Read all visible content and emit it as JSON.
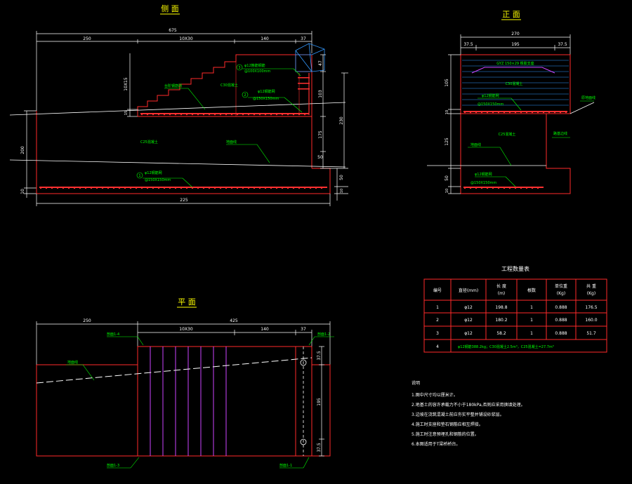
{
  "colors": {
    "background": "#000000",
    "outline": "#ff2a2a",
    "dimension": "#ffffff",
    "label": "#00ff00",
    "title": "#ffff00",
    "rebar": "#ff3030",
    "guide": "#cc44ff",
    "hatch": "#3399ff",
    "ground": "#ffffff"
  },
  "side_view": {
    "title": "侧  面",
    "dims_top": {
      "total": "675",
      "d1": "250",
      "d2": "10X30",
      "d3": "140",
      "d4": "37"
    },
    "dims_bottom": {
      "total": "225"
    },
    "dims_left": {
      "d1": "200",
      "d2": "10"
    },
    "dims_right": {
      "d1": "47",
      "d2": "103",
      "d3": "175",
      "d4": "50",
      "d5": "230",
      "d6": "50",
      "d7": "10"
    },
    "dims_step": {
      "d1": "10X15",
      "d2": "15"
    },
    "labels": {
      "rebar3": "φ12箍筋钢筋",
      "rebar3_spacing": "@100X100mm",
      "rebar2": "φ12钢筋网",
      "rebar2_spacing": "@150X150mm",
      "rebar1": "φ12钢筋网",
      "rebar1_spacing": "@150X150mm",
      "concrete_top": "C30混凝土",
      "concrete_body": "C25混凝土",
      "steps": "台阶钢筋网",
      "ground": "地面线",
      "n1": "1",
      "n2": "2",
      "n3": "3"
    }
  },
  "front_view": {
    "title": "正  面",
    "dims_top": {
      "total": "270",
      "d1": "37.5",
      "d2": "195",
      "d3": "37.5"
    },
    "dims_left": {
      "d1": "105",
      "d2": "10",
      "d3": "125",
      "d4": "50",
      "d5": "10"
    },
    "labels": {
      "gyz": "GYZ 150×29 橡胶支座",
      "concrete_top": "C30混凝土",
      "rebar_mid": "φ12钢筋网",
      "rebar_mid_spacing": "@150X150mm",
      "concrete_body": "C25混凝土",
      "ground_left": "地面线",
      "ground_right": "原地面线",
      "side": "路基边线",
      "rebar_bot": "φ12钢筋网",
      "rebar_bot_spacing": "@150X150mm"
    }
  },
  "plan_view": {
    "title": "平  面",
    "dims_top": {
      "d1": "250",
      "d2": "425",
      "d3": "10X30",
      "d4": "140",
      "d5": "37"
    },
    "dims_right": {
      "d1": "37.5",
      "d2": "195",
      "d3": "37.5"
    },
    "labels": {
      "ground": "地面线",
      "s1": "剖面1-4",
      "s2": "剖面1-2",
      "s3": "剖面1-3",
      "s4": "剖面1-1"
    }
  },
  "table": {
    "title": "工程数量表",
    "headers": [
      "编号",
      "直径(mm)",
      "长 度\n(m)",
      "根数",
      "单位重\n(Kg)",
      "共 重\n(Kg)"
    ],
    "header_lines": [
      [
        "编号"
      ],
      [
        "直径(mm)"
      ],
      [
        "长 度",
        "(m)"
      ],
      [
        "根数"
      ],
      [
        "单位重",
        "(Kg)"
      ],
      [
        "共 重",
        "(Kg)"
      ]
    ],
    "rows": [
      [
        "1",
        "φ12",
        "198.8",
        "1",
        "0.888",
        "176.5"
      ],
      [
        "2",
        "φ12",
        "180.2",
        "1",
        "0.888",
        "160.0"
      ],
      [
        "3",
        "φ12",
        "58.2",
        "1",
        "0.888",
        "51.7"
      ]
    ],
    "summary_no": "4",
    "summary": "φ12钢筋388.2kg；C30混凝土2.5m³，C25混凝土=27.7m³"
  },
  "notes": {
    "title": "说明",
    "items": [
      "1.图中尺寸均以厘米计。",
      "2.地基土的容许承载力不小于180kPa,否则应采用换填处理。",
      "3.边坡在浇筑混凝土前应夯实平整并铺设砂浆层。",
      "4.施工时支座和垫石钢筋应相互焊接。",
      "5.施工时注意预埋孔和钢筋的位置。",
      "6.本图适用于T梁桥桥台。"
    ]
  }
}
